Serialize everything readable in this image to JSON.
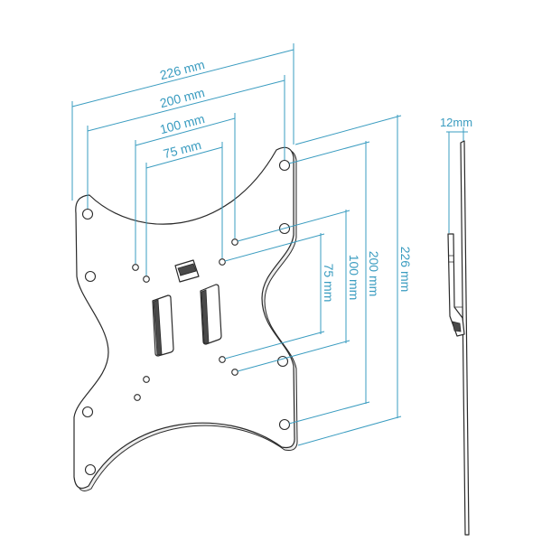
{
  "colors": {
    "dimension": "#3a9cc0",
    "outline": "#2a2a2a",
    "background": "#ffffff"
  },
  "front_view": {
    "width_dimensions": [
      {
        "label": "226 mm"
      },
      {
        "label": "200 mm"
      },
      {
        "label": "100 mm"
      },
      {
        "label": "75 mm"
      }
    ],
    "height_dimensions": [
      {
        "label": "75 mm"
      },
      {
        "label": "100 mm"
      },
      {
        "label": "200 mm"
      },
      {
        "label": "226 mm"
      }
    ]
  },
  "side_view": {
    "depth_label": "12mm"
  }
}
